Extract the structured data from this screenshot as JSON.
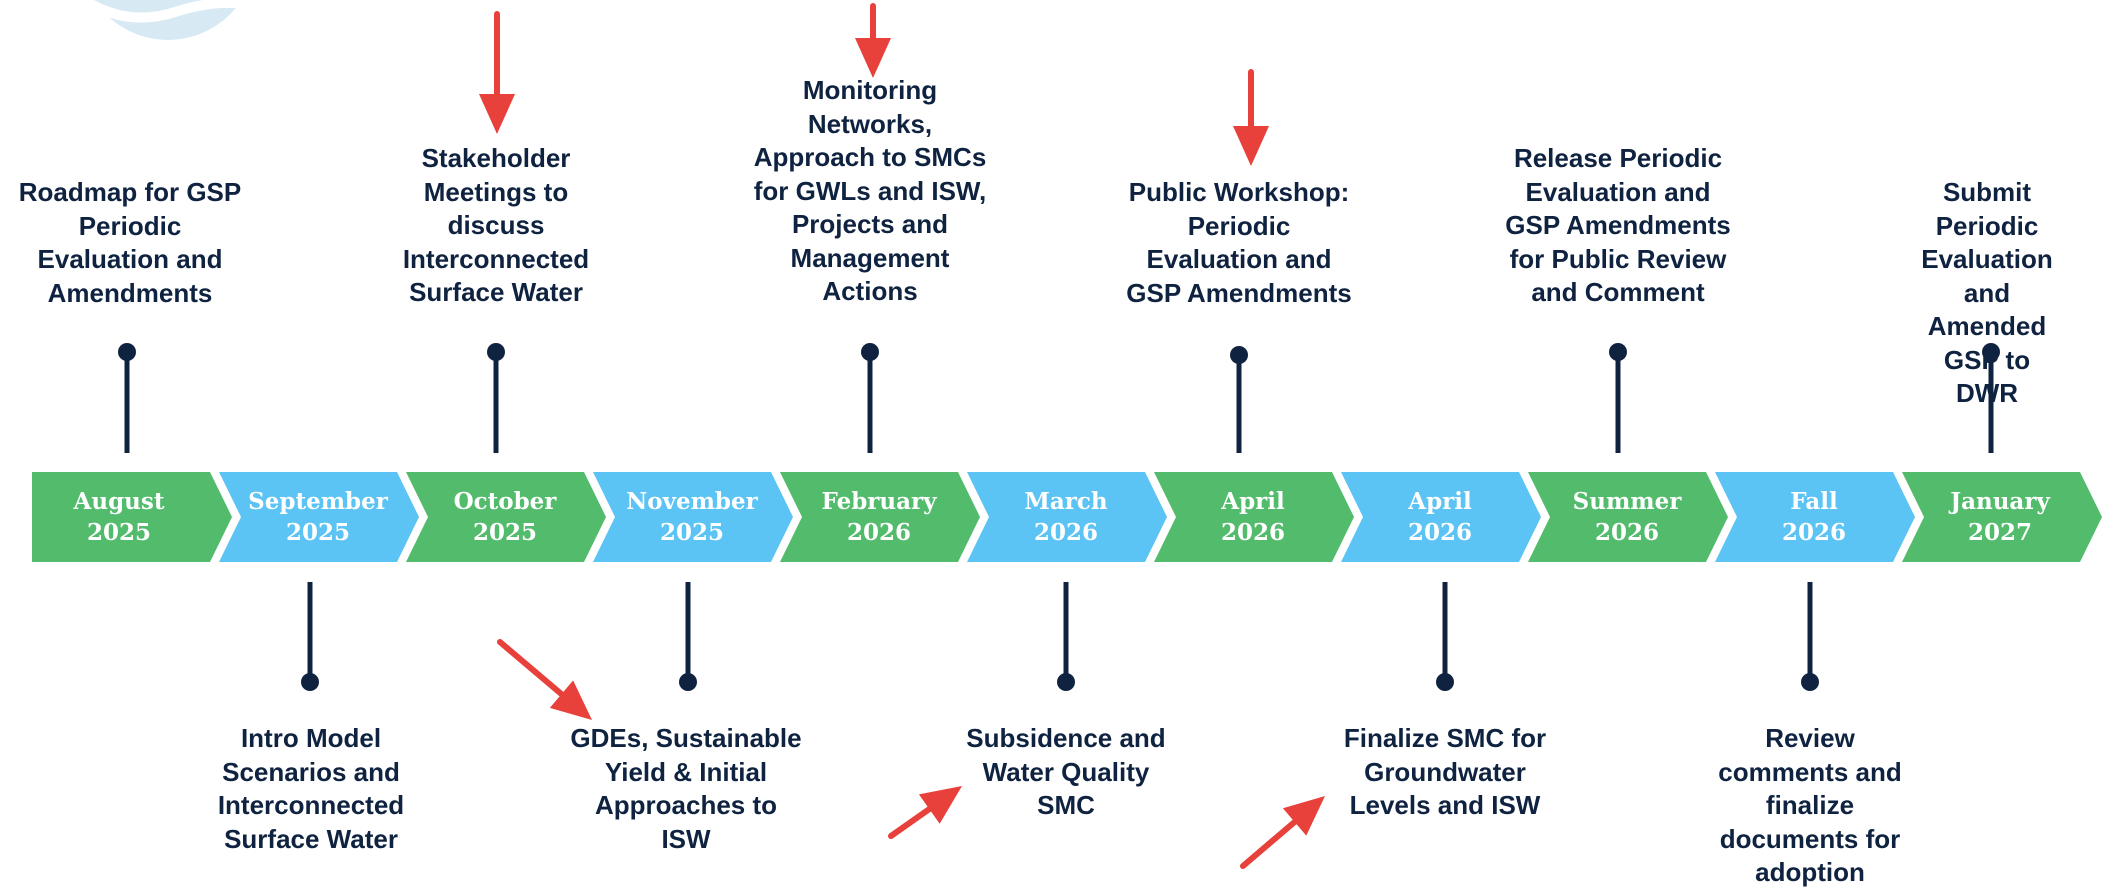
{
  "colors": {
    "green": "#52bc6c",
    "blue": "#5bc4f4",
    "navy": "#0f2341",
    "red_arrow": "#e8403a",
    "logo_blue": "#c9e3f0"
  },
  "periods": [
    {
      "month": "August",
      "year": "2025",
      "color": "green"
    },
    {
      "month": "September",
      "year": "2025",
      "color": "blue"
    },
    {
      "month": "October",
      "year": "2025",
      "color": "green"
    },
    {
      "month": "November",
      "year": "2025",
      "color": "blue"
    },
    {
      "month": "February",
      "year": "2026",
      "color": "green"
    },
    {
      "month": "March",
      "year": "2026",
      "color": "blue"
    },
    {
      "month": "April",
      "year": "2026",
      "color": "green"
    },
    {
      "month": "April",
      "year": "2026",
      "color": "blue"
    },
    {
      "month": "Summer",
      "year": "2026",
      "color": "green"
    },
    {
      "month": "Fall",
      "year": "2026",
      "color": "blue"
    },
    {
      "month": "January",
      "year": "2027",
      "color": "green"
    }
  ],
  "top_milestones": [
    {
      "text": "Roadmap for GSP\nPeriodic\nEvaluation and\nAmendments",
      "highlighted": false
    },
    {
      "text": "Stakeholder\nMeetings to\ndiscuss\nInterconnected\nSurface Water",
      "highlighted": true
    },
    {
      "text": "Monitoring\nNetworks,\nApproach to SMCs\nfor GWLs and ISW,\nProjects and\nManagement\nActions",
      "highlighted": true
    },
    {
      "text": "Public Workshop:\nPeriodic\nEvaluation and\nGSP Amendments",
      "highlighted": true
    },
    {
      "text": "Release Periodic\nEvaluation and\nGSP Amendments\nfor Public Review\nand Comment",
      "highlighted": false
    },
    {
      "text": "Submit Periodic\nEvaluation and\nAmended GSP to\nDWR",
      "highlighted": false
    }
  ],
  "bottom_milestones": [
    {
      "text": "Intro Model\nScenarios and\nInterconnected\nSurface Water",
      "highlighted": false
    },
    {
      "text": "GDEs, Sustainable\nYield & Initial\nApproaches to\nISW",
      "highlighted": true
    },
    {
      "text": "Subsidence and\nWater Quality\nSMC",
      "highlighted": true
    },
    {
      "text": "Finalize SMC for\nGroundwater\nLevels and ISW",
      "highlighted": true
    },
    {
      "text": "Review\ncomments and\nfinalize\ndocuments for\nadoption",
      "highlighted": false
    }
  ],
  "logo": {
    "icon": "water-drop-logo"
  }
}
